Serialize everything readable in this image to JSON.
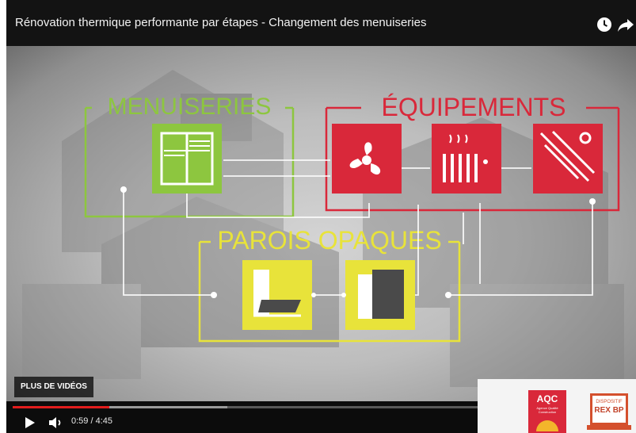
{
  "video": {
    "title": "Rénovation thermique performante par étapes - Changement des menuiseries",
    "more_videos_label": "PLUS DE VIDÉOS",
    "time_current": "0:59",
    "time_total": "4:45",
    "time_display": "0:59 / 4:45",
    "progress_played_fraction": 0.207,
    "icons": [
      "clock-icon",
      "share-icon",
      "play-icon",
      "volume-icon"
    ]
  },
  "slide": {
    "menuiseries_label": "MENUISERIES",
    "equipements_label": "ÉQUIPEMENTS",
    "parois_label": "PAROIS OPAQUES",
    "colors": {
      "green": "#8dc63f",
      "red": "#d9283a",
      "yellow": "#e8e33a"
    }
  },
  "badges": {
    "aqc": {
      "name": "AQC",
      "subtitle": "Agence Qualité Construction"
    },
    "rex": {
      "top": "DISPOSITIF",
      "name": "REX BP"
    }
  }
}
